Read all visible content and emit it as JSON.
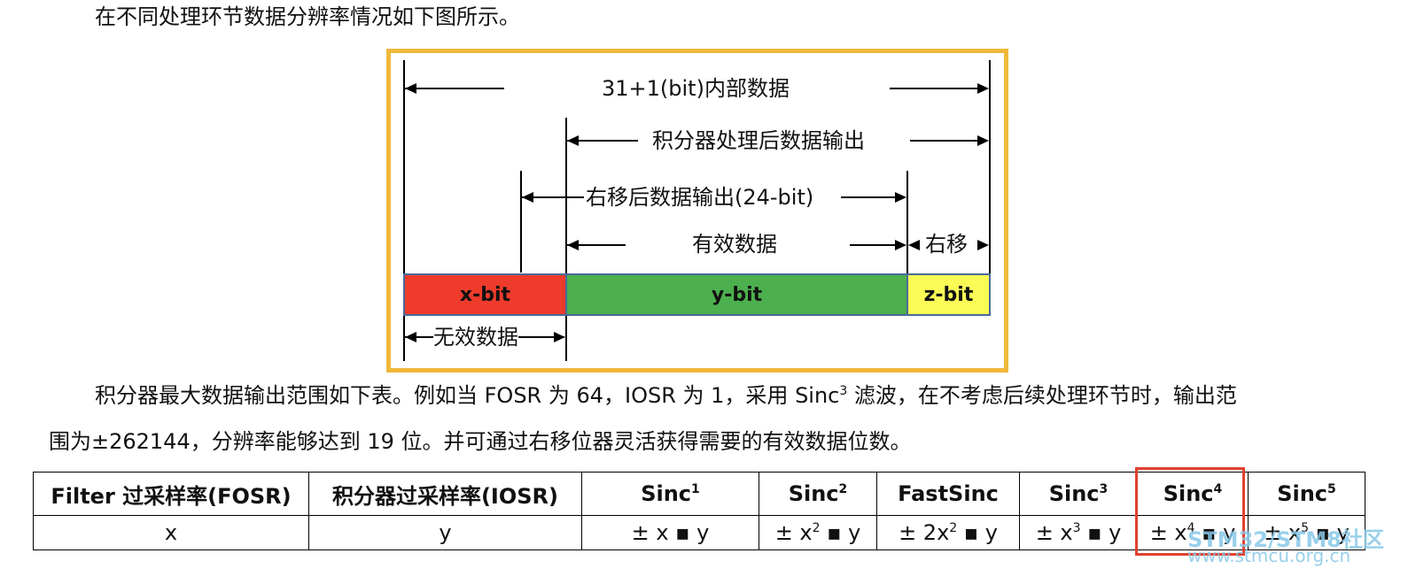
{
  "intro_text": "在不同处理环节数据分辨率情况如下图所示。",
  "diagram": {
    "label_internal": "31+1(bit)内部数据",
    "label_integrator": "积分器处理后数据输出",
    "label_shift_output": "右移后数据输出(24-bit)",
    "label_valid": "有效数据",
    "label_shift": "右移",
    "seg_x": "x-bit",
    "seg_y": "y-bit",
    "seg_z": "z-bit",
    "label_invalid": "无效数据",
    "colors": {
      "border": "#f0b83c",
      "x": "#ee3b2b",
      "y": "#4cb04e",
      "z": "#fbfb56"
    }
  },
  "para2": {
    "part1": "积分器最大数据输出范围如下表。例如当 FOSR 为 64，IOSR 为 1，采用 Sinc",
    "sup": "3",
    "part2": " 滤波，在不考虑后续处理环节时，输出范",
    "line2": "围为±262144，分辨率能够达到 19 位。并可通过右移位器灵活获得需要的有效数据位数。"
  },
  "table": {
    "headers": [
      {
        "base": "Filter 过采样率(FOSR)",
        "sup": ""
      },
      {
        "base": "积分器过采样率(IOSR)",
        "sup": ""
      },
      {
        "base": "Sinc",
        "sup": "1"
      },
      {
        "base": "Sinc",
        "sup": "2"
      },
      {
        "base": "FastSinc",
        "sup": ""
      },
      {
        "base": "Sinc",
        "sup": "3"
      },
      {
        "base": "Sinc",
        "sup": "4"
      },
      {
        "base": "Sinc",
        "sup": "5"
      }
    ],
    "row": [
      {
        "pre": "x",
        "sup": "",
        "post": ""
      },
      {
        "pre": "y",
        "sup": "",
        "post": ""
      },
      {
        "pre": "± x ▪ y",
        "sup": "",
        "post": ""
      },
      {
        "pre": "± x",
        "sup": "2",
        "post": " ▪ y"
      },
      {
        "pre": "± 2x",
        "sup": "2",
        "post": " ▪ y"
      },
      {
        "pre": "± x",
        "sup": "3",
        "post": " ▪ y"
      },
      {
        "pre": "± x",
        "sup": "4",
        "post": " ▪ y"
      },
      {
        "pre": "± x",
        "sup": "5",
        "post": " ▪ y"
      }
    ],
    "highlight_color": "#e2412f"
  },
  "watermark": {
    "line1": "STM32/STM8社区",
    "line2": "www.stmcu.org.cn"
  }
}
